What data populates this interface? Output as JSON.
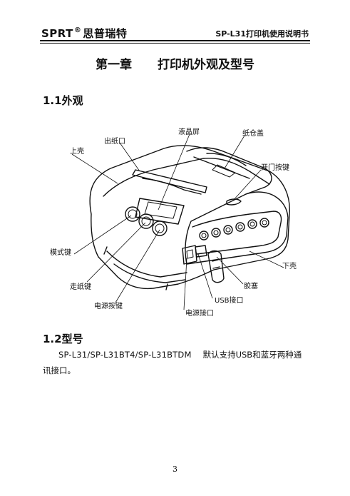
{
  "header": {
    "brand": "SPRT",
    "registered": "®",
    "brand_cn": "思普瑞特",
    "doc_title": "SP-L31打印机使用说明书"
  },
  "chapter": {
    "number": "第一章",
    "title": "打印机外观及型号"
  },
  "section_appearance": {
    "title": "1.1外观"
  },
  "figure_labels": {
    "upper_shell": "上壳",
    "paper_outlet": "出纸口",
    "lcd": "液晶屏",
    "paper_cover": "纸仓盖",
    "open_button": "开门按键",
    "mode_key": "模式键",
    "feed_paper": "走纸键",
    "power_button": "电源按键",
    "lower_shell": "下壳",
    "rubber_plug": "胶塞",
    "usb_port": "USB接口",
    "power_port": "电源接口"
  },
  "section_model": {
    "title": "1.2型号",
    "models": "SP-L31/SP-L31BT4/SP-L31BTDM",
    "description": "默认支持USB和蓝牙两种通讯接口。"
  },
  "page_number": "3"
}
